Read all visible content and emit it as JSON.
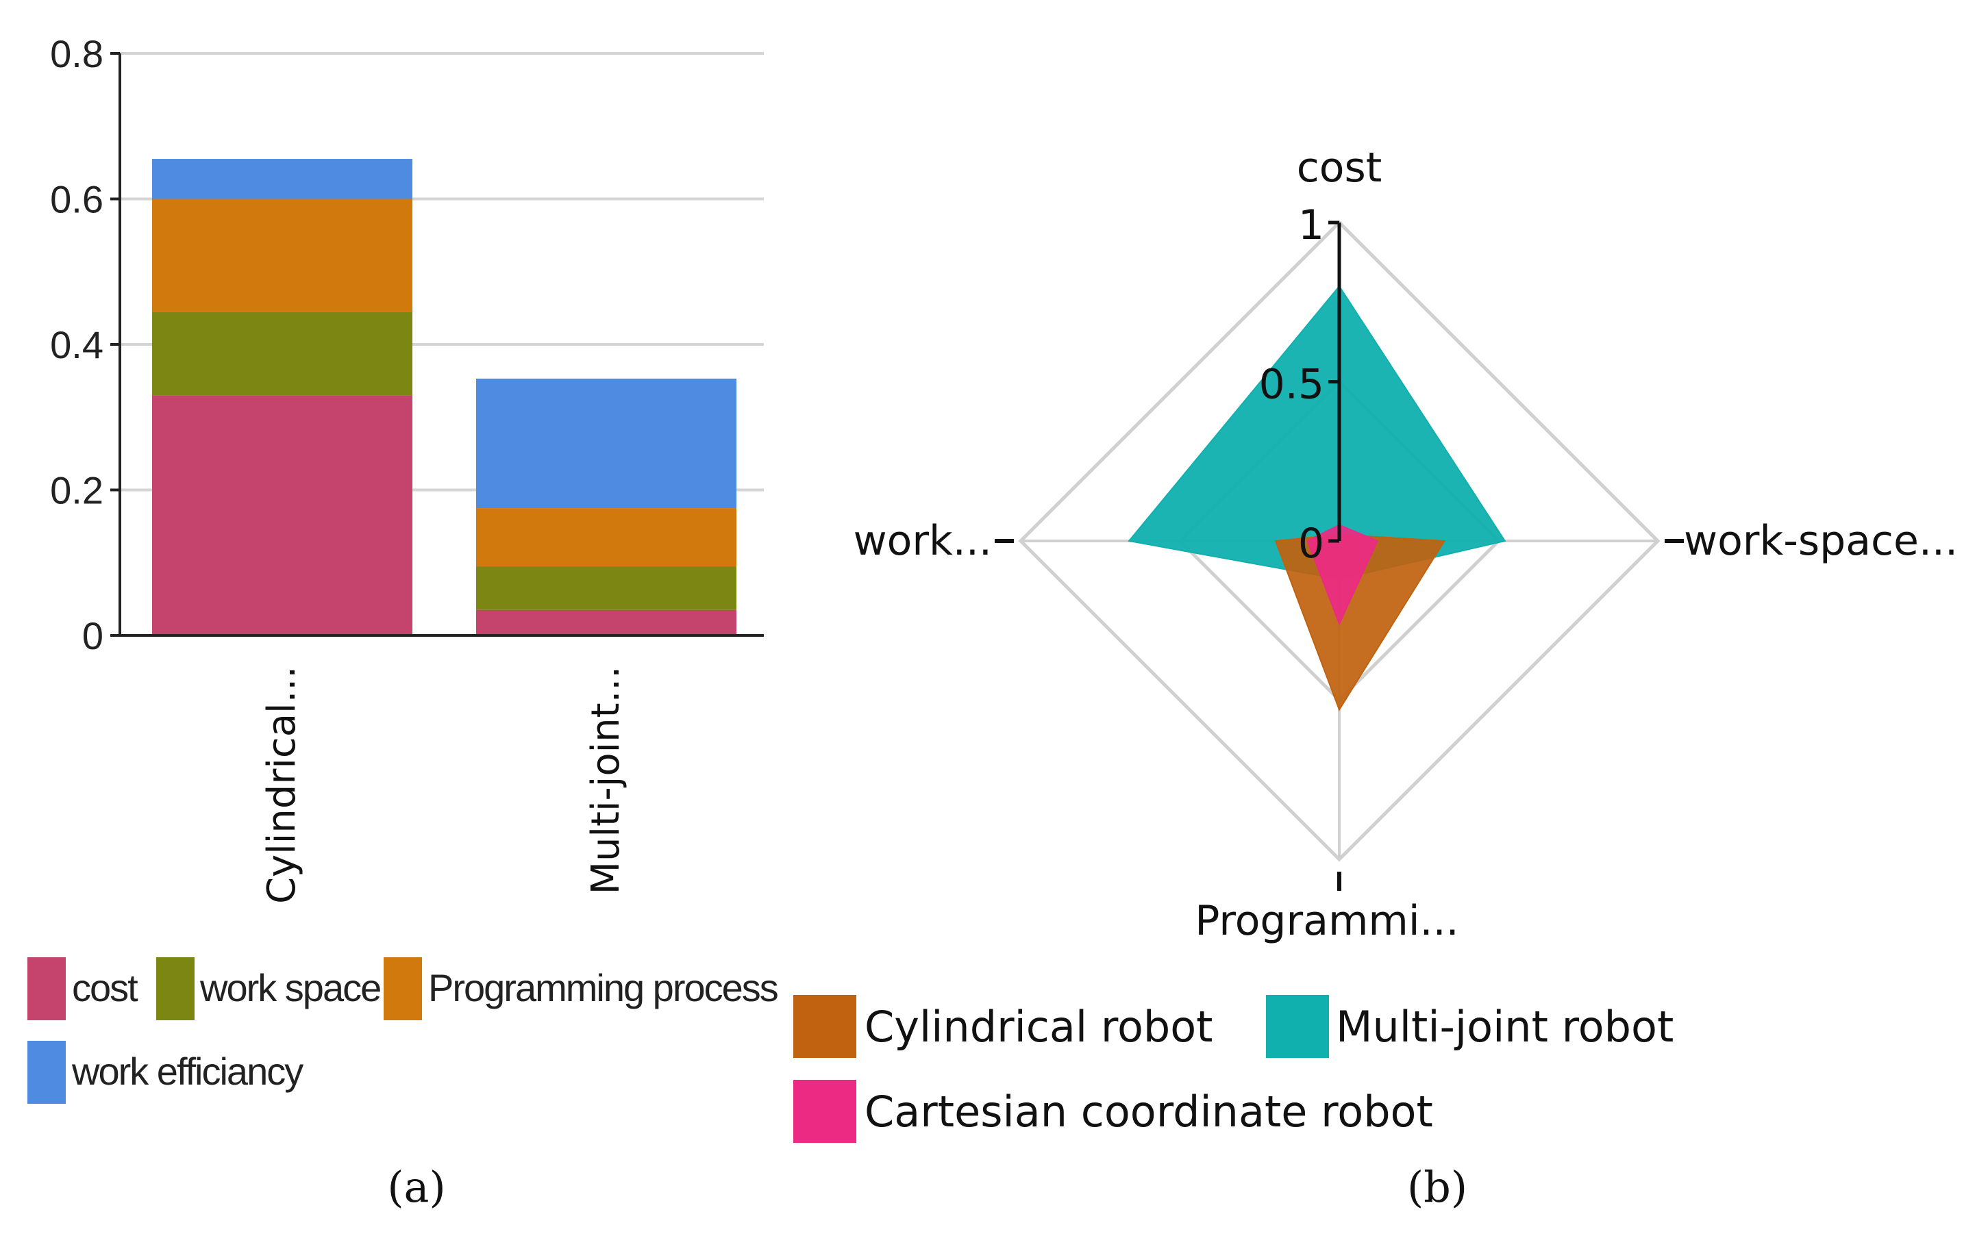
{
  "chart_data": [
    {
      "panel": "(a)",
      "type": "bar",
      "stacked": true,
      "categories": [
        "Cylindrical...",
        "Multi-joint..."
      ],
      "series": [
        {
          "name": "cost",
          "color": "#c4446e",
          "values": [
            0.33,
            0.035
          ]
        },
        {
          "name": "work space",
          "color": "#7b8712",
          "values": [
            0.115,
            0.06
          ]
        },
        {
          "name": "Programming process",
          "color": "#d1790c",
          "values": [
            0.155,
            0.08
          ]
        },
        {
          "name": "work efficiancy",
          "color": "#4f8be0",
          "values": [
            0.055,
            0.178
          ]
        }
      ],
      "ylim": [
        0,
        0.8
      ],
      "yticks": [
        "0",
        "0.2",
        "0.4",
        "0.6",
        "0.8"
      ],
      "yticks_values": [
        0,
        0.2,
        0.4,
        0.6,
        0.8
      ],
      "grid": true,
      "legend": "bottom"
    },
    {
      "panel": "(b)",
      "type": "radar",
      "axes": [
        "cost",
        "work-space...",
        "Programmi...",
        "work..."
      ],
      "rlim": [
        0,
        1
      ],
      "rticks": [
        "0",
        "0.5",
        "1"
      ],
      "rticks_values": [
        0,
        0.5,
        1
      ],
      "series": [
        {
          "name": "Cylindrical robot",
          "color": "#c0620f",
          "values": [
            0.02,
            0.33,
            0.53,
            0.2
          ]
        },
        {
          "name": "Multi-joint robot",
          "color": "#10b0ae",
          "values": [
            0.8,
            0.52,
            0.12,
            0.66
          ]
        },
        {
          "name": "Cartesian coordinate robot",
          "color": "#ec2a84",
          "values": [
            0.05,
            0.12,
            0.26,
            0.1
          ]
        }
      ],
      "grid": true,
      "legend": "bottom"
    }
  ]
}
